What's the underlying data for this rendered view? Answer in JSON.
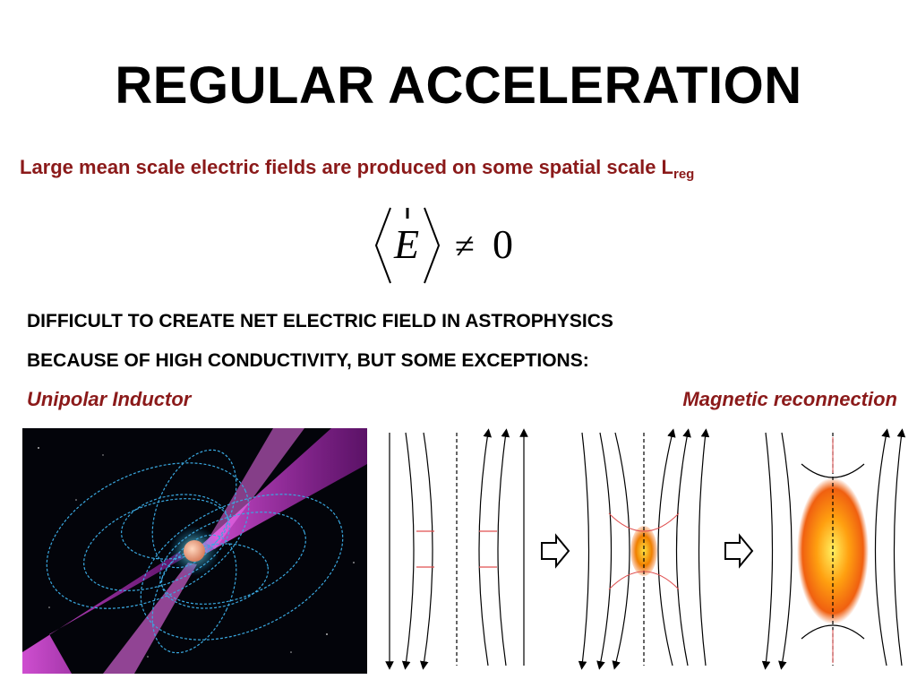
{
  "slide": {
    "title": "REGULAR ACCELERATION",
    "subtitle": "Large mean scale electric fields are produced on some spatial scale L",
    "subtitle_sub": "reg",
    "formula": {
      "variable": "E",
      "relation": "≠",
      "value": "0"
    },
    "body_line1": "DIFFICULT TO CREATE NET ELECTRIC FIELD IN ASTROPHYSICS",
    "body_line2": "BECAUSE OF HIGH CONDUCTIVITY, BUT SOME EXCEPTIONS:",
    "label_left": "Unipolar Inductor",
    "label_right": "Magnetic reconnection"
  },
  "colors": {
    "accent": "#8b1a1a",
    "jet": "#e040e8",
    "field_lines": "#3aa8e0",
    "star": "#e8a080",
    "hot_core": "#f08000"
  }
}
